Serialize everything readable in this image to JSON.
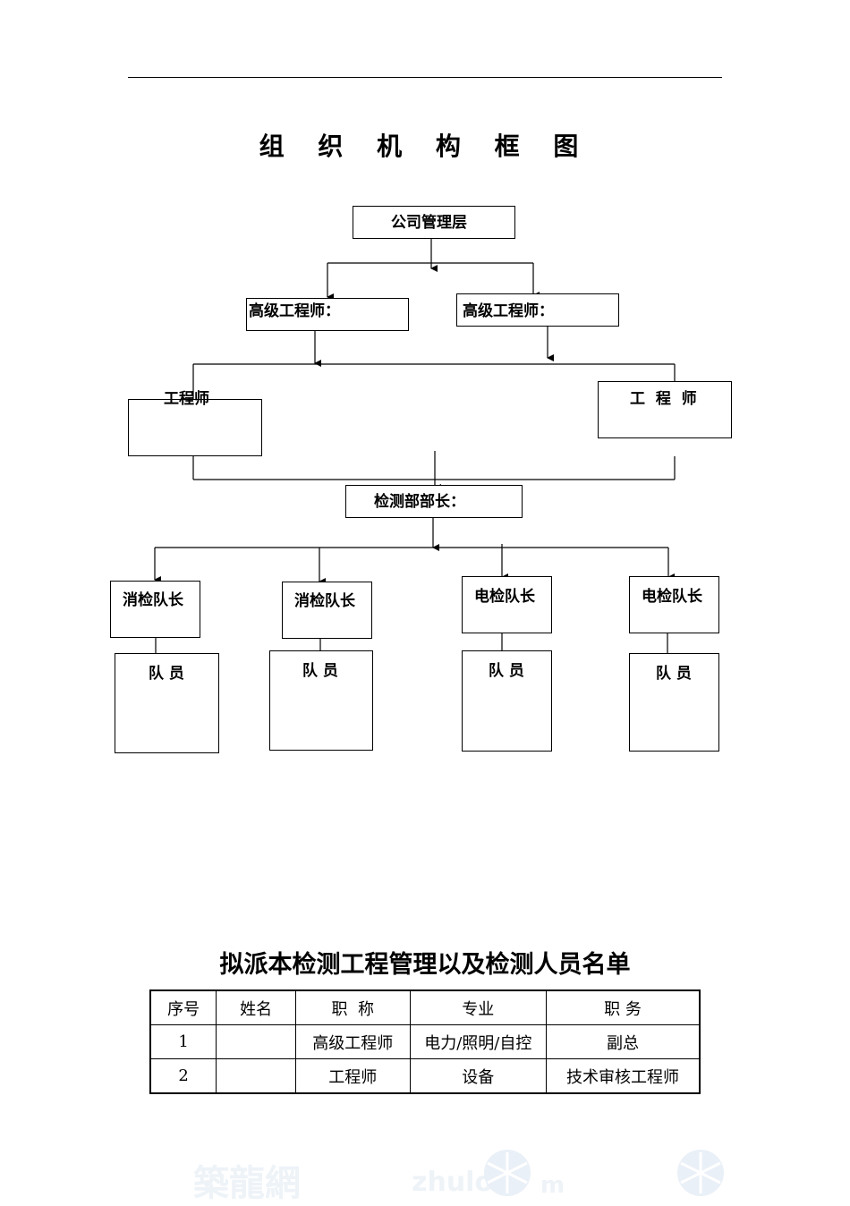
{
  "org_chart": {
    "title": "组 织 机 构 框 图",
    "nodes": {
      "management": "公司管理层",
      "senior_engineer_left": "高级工程师：",
      "senior_engineer_right": "高级工程师：",
      "engineer_left": "工程师",
      "engineer_right": "工  程  师",
      "inspection_head": "检测部部长：",
      "captain_1": "消检队长",
      "captain_2": "消检队长",
      "captain_3": "电检队长",
      "captain_4": "电检队长",
      "member_1": "队 员",
      "member_2": "队 员",
      "member_3": "队 员",
      "member_4": "队 员"
    }
  },
  "roster": {
    "title": "拟派本检测工程管理以及检测人员名单",
    "headers": [
      "序号",
      "姓名",
      "职  称",
      "专业",
      "职 务"
    ],
    "rows": [
      [
        "1",
        "",
        "高级工程师",
        "电力/照明/自控",
        "副总"
      ],
      [
        "2",
        "",
        "工程师",
        "设备",
        "技术审核工程师"
      ]
    ]
  },
  "watermark": {
    "text_left": "築龍網",
    "text_mid": "zhulo",
    "text_right": "m"
  }
}
